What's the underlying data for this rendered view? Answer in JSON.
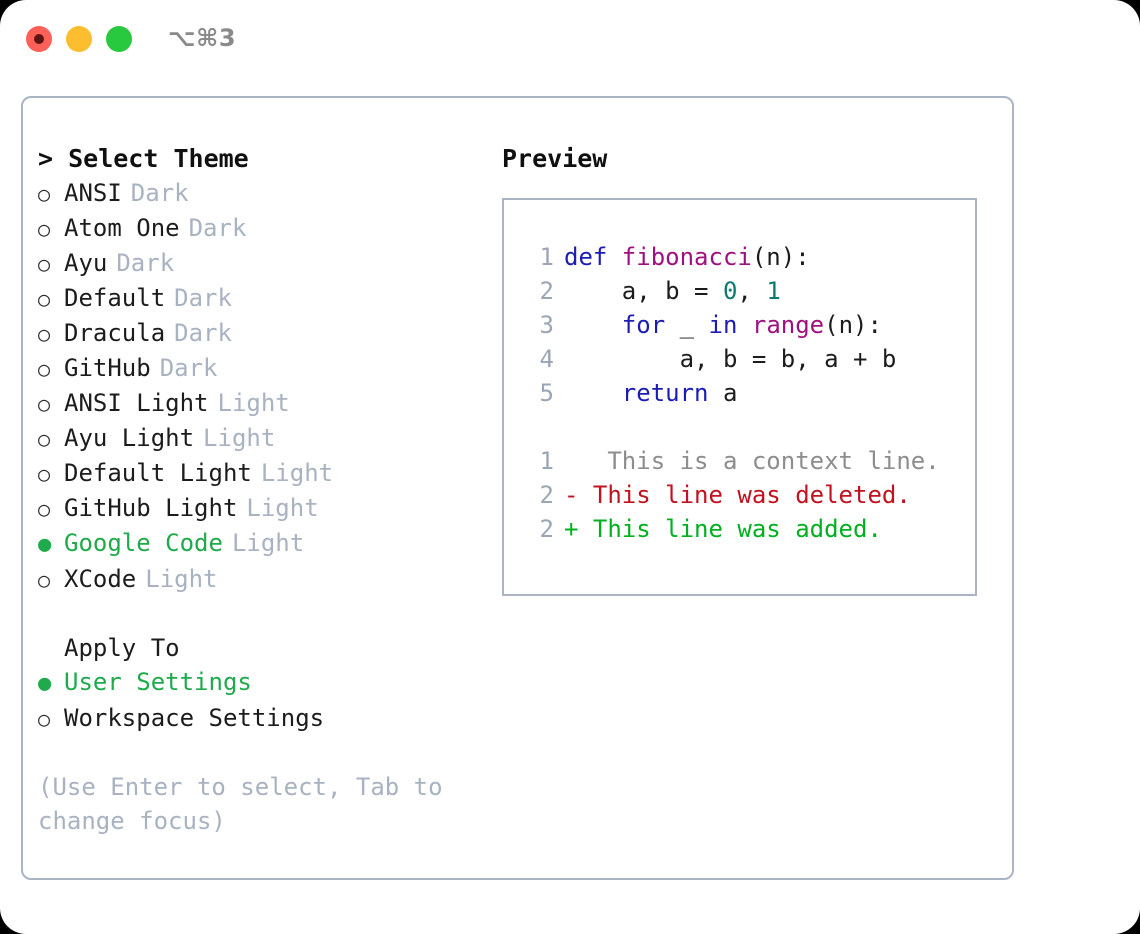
{
  "window": {
    "shortcut_label": "⌥⌘3",
    "traffic_lights": [
      {
        "name": "close",
        "color": "#ff6058"
      },
      {
        "name": "minimize",
        "color": "#fcbd2e"
      },
      {
        "name": "zoom",
        "color": "#28c93f"
      }
    ]
  },
  "theme_picker": {
    "header": "> Select Theme",
    "selected_marker": "●",
    "unselected_marker": "○",
    "options": [
      {
        "marker": "○",
        "label": "ANSI",
        "badge": "Dark",
        "selected": false
      },
      {
        "marker": "○",
        "label": "Atom One",
        "badge": "Dark",
        "selected": false
      },
      {
        "marker": "○",
        "label": "Ayu",
        "badge": "Dark",
        "selected": false
      },
      {
        "marker": "○",
        "label": "Default",
        "badge": "Dark",
        "selected": false
      },
      {
        "marker": "○",
        "label": "Dracula",
        "badge": "Dark",
        "selected": false
      },
      {
        "marker": "○",
        "label": "GitHub",
        "badge": "Dark",
        "selected": false
      },
      {
        "marker": "○",
        "label": "ANSI Light",
        "badge": "Light",
        "selected": false
      },
      {
        "marker": "○",
        "label": "Ayu Light",
        "badge": "Light",
        "selected": false
      },
      {
        "marker": "○",
        "label": "Default Light",
        "badge": "Light",
        "selected": false
      },
      {
        "marker": "○",
        "label": "GitHub Light",
        "badge": "Light",
        "selected": false
      },
      {
        "marker": "●",
        "label": "Google Code",
        "badge": "Light",
        "selected": true
      },
      {
        "marker": "○",
        "label": "XCode",
        "badge": "Light",
        "selected": false
      }
    ]
  },
  "apply_to": {
    "title": "Apply To",
    "options": [
      {
        "marker": "●",
        "label": "User Settings",
        "selected": true
      },
      {
        "marker": "○",
        "label": "Workspace Settings",
        "selected": false
      }
    ]
  },
  "hint": "(Use Enter to select, Tab to change focus)",
  "preview": {
    "title": "Preview",
    "code_lines": [
      {
        "number": "1",
        "tokens": [
          {
            "text": "def ",
            "kind": "kw"
          },
          {
            "text": "fibonacci",
            "kind": "fn"
          },
          {
            "text": "(n):",
            "kind": "pn"
          }
        ]
      },
      {
        "number": "2",
        "tokens": [
          {
            "text": "    a, b = ",
            "kind": "pn"
          },
          {
            "text": "0",
            "kind": "num"
          },
          {
            "text": ", ",
            "kind": "pn"
          },
          {
            "text": "1",
            "kind": "num"
          }
        ]
      },
      {
        "number": "3",
        "tokens": [
          {
            "text": "    ",
            "kind": "pn"
          },
          {
            "text": "for",
            "kind": "kw"
          },
          {
            "text": " _ ",
            "kind": "pn"
          },
          {
            "text": "in",
            "kind": "kw"
          },
          {
            "text": " ",
            "kind": "pn"
          },
          {
            "text": "range",
            "kind": "fn"
          },
          {
            "text": "(n):",
            "kind": "pn"
          }
        ]
      },
      {
        "number": "4",
        "tokens": [
          {
            "text": "        a, b = b, a + b",
            "kind": "pn"
          }
        ]
      },
      {
        "number": "5",
        "tokens": [
          {
            "text": "    ",
            "kind": "pn"
          },
          {
            "text": "return",
            "kind": "kw"
          },
          {
            "text": " a",
            "kind": "pn"
          }
        ]
      }
    ],
    "diff_lines": [
      {
        "number": "1",
        "sign": " ",
        "text": "  This is a context line.",
        "kind": "context"
      },
      {
        "number": "2",
        "sign": "-",
        "text": " This line was deleted.",
        "kind": "deleted"
      },
      {
        "number": "2",
        "sign": "+",
        "text": " This line was added.",
        "kind": "added"
      }
    ]
  },
  "colors": {
    "accent_green": "#1faa4b",
    "badge_gray": "#a8b2c1",
    "border": "#aab4c4",
    "keyword": "#1b1bb5",
    "function": "#a0117f",
    "number": "#0d7a72",
    "diff_deleted": "#c1121f",
    "diff_added": "#00b020",
    "diff_context": "#8d8d8d"
  }
}
